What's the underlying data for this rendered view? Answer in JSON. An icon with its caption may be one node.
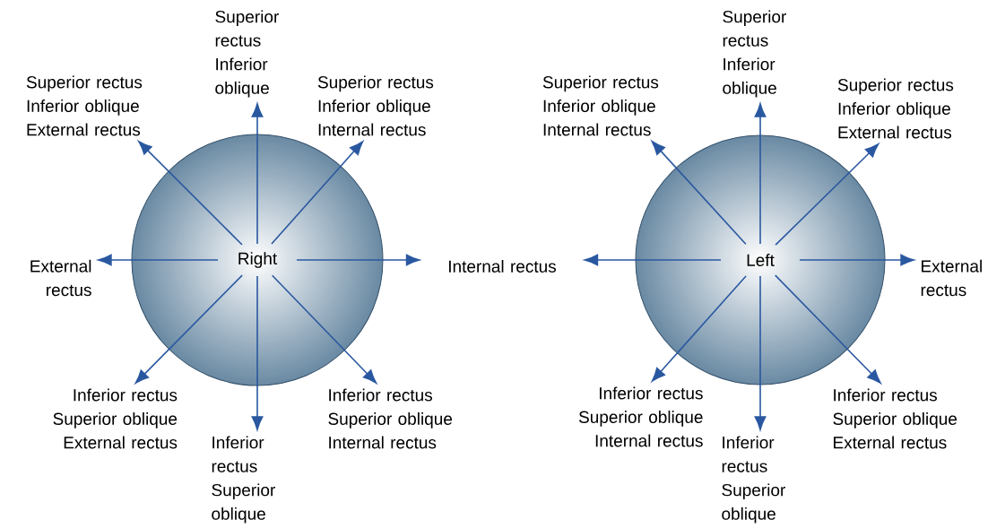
{
  "diagram": {
    "nodes": [
      {
        "text": [
          "Right"
        ]
      },
      {
        "text": [
          "Superior rectus Inferior oblique"
        ]
      },
      {
        "text": [
          "Superior rectus Inferior oblique External rectus"
        ]
      },
      {
        "text": [
          "Superior rectus Inferior oblique Internal rectus"
        ]
      },
      {
        "text": [
          "External rectus"
        ]
      },
      {
        "text": [
          "Inferior rectus Superior oblique External rectus"
        ]
      },
      {
        "text": [
          "Inferior rectus Superior oblique"
        ]
      },
      {
        "text": [
          "Inferior rectus Superior oblique Internal rectus"
        ]
      },
      {
        "text": [
          "Internal rectus"
        ]
      },
      {
        "text": [
          "Left"
        ]
      },
      {
        "text": [
          "Superior rectus Inferior oblique"
        ]
      },
      {
        "text": [
          "Superior rectus Inferior oblique Internal rectus"
        ]
      },
      {
        "text": [
          "Superior rectus Inferior oblique External rectus"
        ]
      },
      {
        "text": [
          "External rectus"
        ]
      },
      {
        "text": [
          "Inferior rectus Superior oblique Internal rectus"
        ]
      },
      {
        "text": [
          "Inferior rectus Superior oblique"
        ]
      },
      {
        "text": [
          "Inferior rectus Superior oblique External rectus"
        ]
      }
    ],
    "edges": [
      {
        "from": 0,
        "to": 1,
        "arrow": "to"
      },
      {
        "from": 0,
        "to": 2,
        "arrow": "to"
      },
      {
        "from": 0,
        "to": 3,
        "arrow": "to"
      },
      {
        "from": 0,
        "to": 4,
        "arrow": "to"
      },
      {
        "from": 0,
        "to": 8,
        "arrow": "to"
      },
      {
        "from": 0,
        "to": 5,
        "arrow": "to"
      },
      {
        "from": 0,
        "to": 6,
        "arrow": "to"
      },
      {
        "from": 0,
        "to": 7,
        "arrow": "to"
      },
      {
        "from": 9,
        "to": 10,
        "arrow": "to"
      },
      {
        "from": 9,
        "to": 11,
        "arrow": "to"
      },
      {
        "from": 9,
        "to": 12,
        "arrow": "to"
      },
      {
        "from": 9,
        "to": 8,
        "arrow": "to"
      },
      {
        "from": 9,
        "to": 13,
        "arrow": "to"
      },
      {
        "from": 9,
        "to": 14,
        "arrow": "to"
      },
      {
        "from": 9,
        "to": 15,
        "arrow": "to"
      },
      {
        "from": 9,
        "to": 16,
        "arrow": "to"
      }
    ]
  }
}
